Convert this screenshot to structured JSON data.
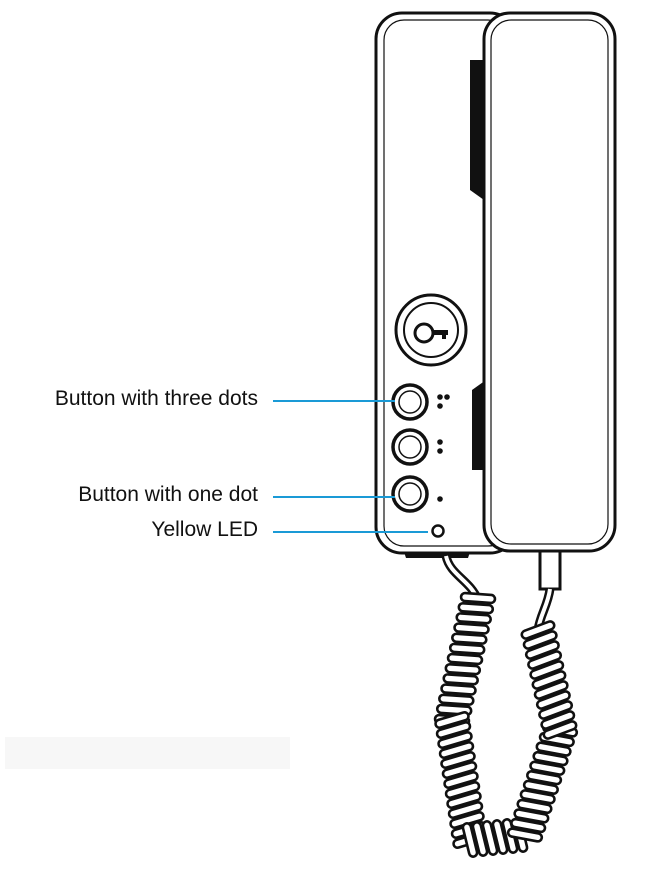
{
  "diagram": {
    "callouts": {
      "three_dots": "Button with three dots",
      "one_dot": "Button with one dot",
      "led": "Yellow LED"
    },
    "icons": {
      "key_button": "key-icon",
      "led": "led-icon"
    },
    "colors": {
      "leader_line": "#1a9ad6",
      "outline": "#111111",
      "body_fill": "#ffffff"
    }
  }
}
